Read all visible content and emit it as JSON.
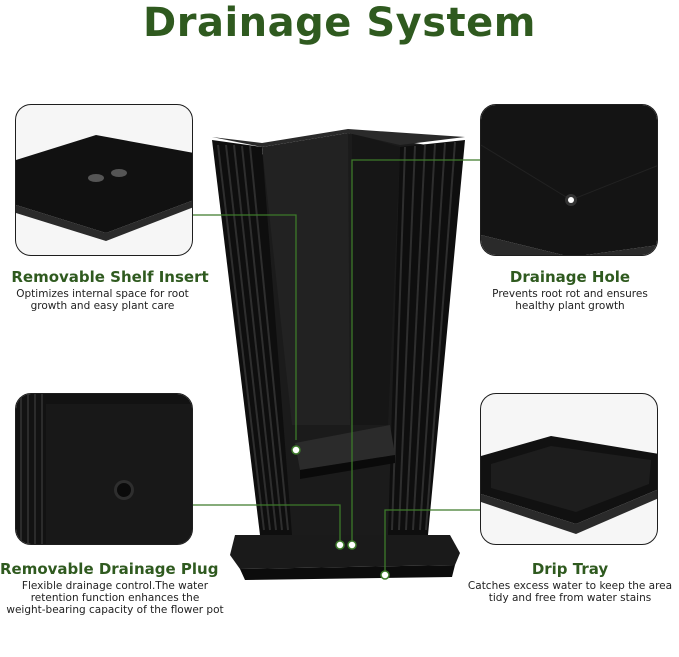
{
  "title": "Drainage System",
  "features": [
    {
      "name": "Removable Shelf Insert",
      "desc": [
        "Optimizes internal space for root",
        "growth and easy plant care"
      ]
    },
    {
      "name": "Drainage Hole",
      "desc": [
        "Prevents root rot and ensures",
        "healthy plant growth"
      ]
    },
    {
      "name": "Removable Drainage Plug",
      "desc": [
        "Flexible drainage control.The water",
        "retention function enhances the",
        "weight-bearing capacity of the flower pot"
      ]
    },
    {
      "name": "Drip Tray",
      "desc": [
        "Catches excess water to keep the area",
        "tidy and free from water stains"
      ]
    }
  ],
  "colors": {
    "accent": "#2f5a1f",
    "pot": "#111111"
  }
}
